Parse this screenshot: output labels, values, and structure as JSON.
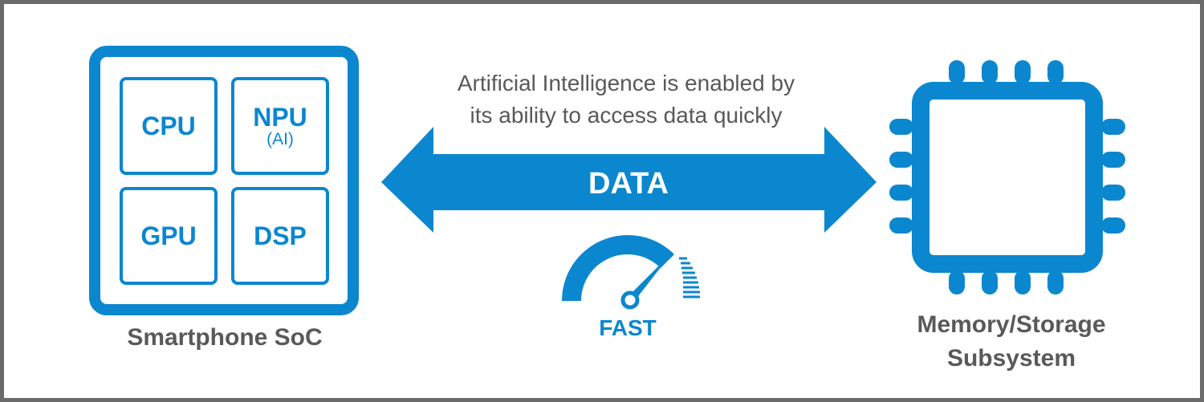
{
  "soc": {
    "label": "Smartphone SoC",
    "blocks": [
      {
        "name": "CPU",
        "sub": ""
      },
      {
        "name": "NPU",
        "sub": "(AI)"
      },
      {
        "name": "GPU",
        "sub": ""
      },
      {
        "name": "DSP",
        "sub": ""
      }
    ]
  },
  "caption": {
    "line1": "Artificial Intelligence is enabled by",
    "line2": "its ability to access data quickly"
  },
  "arrow": {
    "label": "DATA"
  },
  "gauge": {
    "label": "FAST",
    "icon": "speedometer-icon"
  },
  "memory": {
    "line1": "Memory/Storage",
    "line2": "Subsystem",
    "icon": "chip-icon"
  },
  "colors": {
    "accent": "#0a87cf",
    "text_gray": "#595959",
    "frame": "#6b6b6b"
  }
}
